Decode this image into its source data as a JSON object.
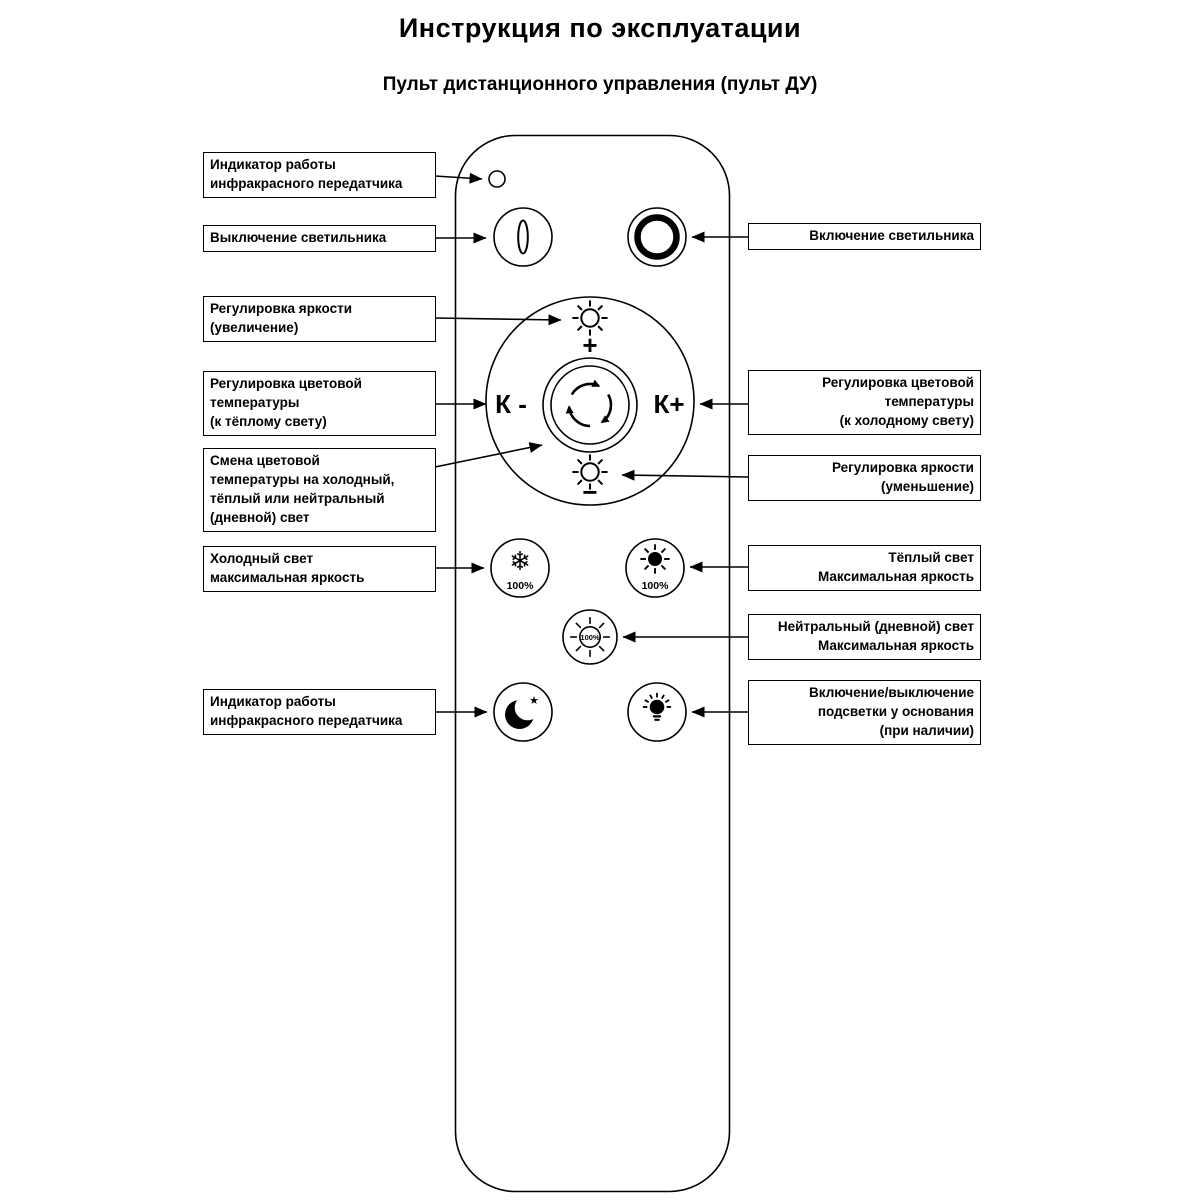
{
  "title": "Инструкция по эксплуатации",
  "subtitle": "Пульт дистанционного управления (пульт ДУ)",
  "labels_left": [
    {
      "text": "Индикатор работы\nинфракрасного передатчика"
    },
    {
      "text": "Выключение светильника"
    },
    {
      "text": "Регулировка яркости\n(увеличение)"
    },
    {
      "text": "Регулировка цветовой\nтемпературы\n(к тёплому свету)"
    },
    {
      "text": "Смена цветовой\nтемпературы на холодный,\nтёплый или нейтральный\n(дневной) свет"
    },
    {
      "text": "Холодный свет\nмаксимальная яркость"
    },
    {
      "text": "Индикатор работы\nинфракрасного передатчика"
    }
  ],
  "labels_right": [
    {
      "text": "Включение светильника"
    },
    {
      "text": "Регулировка цветовой\nтемпературы\n(к холодному свету)"
    },
    {
      "text": "Регулировка яркости\n(уменьшение)"
    },
    {
      "text": "Тёплый свет\nМаксимальная яркость"
    },
    {
      "text": "Нейтральный (дневной) свет\nМаксимальная яркость"
    },
    {
      "text": "Включение/выключение\nподсветки у основания\n(при наличии)"
    }
  ],
  "remote": {
    "k_minus": "К -",
    "k_plus": "К+",
    "brightness_up": "+",
    "brightness_down": "−",
    "cool_percent": "100%",
    "warm_percent": "100%",
    "neutral_percent": "100%",
    "snowflake_glyph": "❄",
    "star_glyph": "★"
  },
  "colors": {
    "ink": "#000000",
    "background": "#ffffff"
  }
}
